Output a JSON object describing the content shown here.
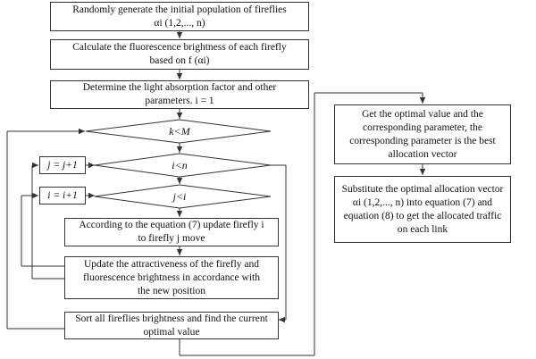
{
  "boxes": {
    "init": {
      "line1": "Randomly generate the initial population of fireflies",
      "line2": "αi (1,2,..., n)"
    },
    "calc": {
      "line1": "Calculate the fluorescence brightness of each firefly",
      "line2": "based on  f (αi)"
    },
    "determine": {
      "line1": "Determine the light absorption factor and other",
      "line2": "parameters. i = 1"
    },
    "j_inc": {
      "text": "j = j+1"
    },
    "i_inc": {
      "text": "i = i+1"
    },
    "update_move": {
      "line1": "According to the equation (7) update firefly i",
      "line2": "to firefly  j move"
    },
    "update_attr": {
      "line1": "Update the attractiveness of the firefly and",
      "line2": "fluorescence brightness in accordance with",
      "line3": "the new position"
    },
    "sort": {
      "line1": "Sort all fireflies brightness and find the current",
      "line2": "optimal value"
    },
    "optimal": {
      "line1": "Get the optimal value and the",
      "line2": "corresponding parameter, the",
      "line3": "corresponding parameter is the best",
      "line4": "allocation vector"
    },
    "substitute": {
      "line1": "Substitute the optimal allocation vector",
      "line2": "αi (1,2,..., n) into equation (7) and",
      "line3": "equation (8) to get the allocated traffic",
      "line4": "on each link"
    }
  },
  "decisions": {
    "k_lt_m": "k<M",
    "i_lt_n": "i<n",
    "j_lt_i": "j<i"
  },
  "colors": {
    "stroke": "#333333",
    "text": "#111111",
    "background": "#ffffff"
  }
}
